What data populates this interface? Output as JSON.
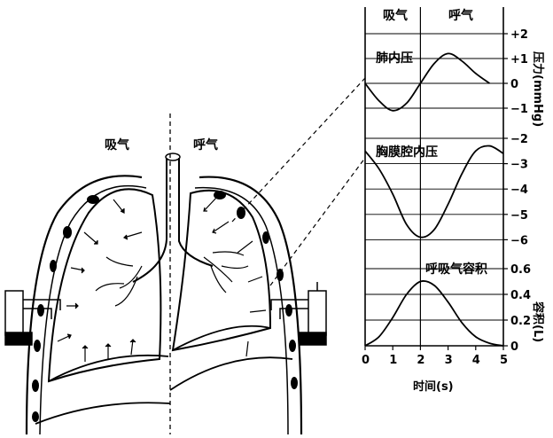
{
  "diagram": {
    "left_label": "吸气",
    "right_label": "呼气"
  },
  "chart_data": {
    "type": "line",
    "phase_labels": [
      "吸气",
      "呼气"
    ],
    "xlabel": "时间(s)",
    "x_ticks": [
      "0",
      "1",
      "2",
      "3",
      "4",
      "5"
    ],
    "xlim": [
      0,
      5
    ],
    "panels": [
      {
        "name": "肺内压",
        "ylabel": "压力(mmHg)",
        "y_ticks": [
          "+2",
          "+1",
          "0",
          "−1"
        ],
        "ylim": [
          -1.5,
          2.2
        ],
        "x": [
          0,
          0.5,
          1,
          1.5,
          2,
          2.5,
          3,
          3.5,
          4,
          4.5
        ],
        "values": [
          0,
          -0.7,
          -1.1,
          -0.8,
          0,
          0.8,
          1.2,
          0.9,
          0.4,
          0
        ]
      },
      {
        "name": "胸膜腔内压",
        "ylabel": "",
        "y_ticks": [
          "−2",
          "−3",
          "−4",
          "−5",
          "−6"
        ],
        "ylim": [
          -6.3,
          -1.7
        ],
        "x": [
          0,
          0.5,
          1,
          1.5,
          2,
          2.5,
          3,
          3.5,
          4,
          4.5,
          5
        ],
        "values": [
          -2.5,
          -3.2,
          -4.2,
          -5.4,
          -5.9,
          -5.6,
          -4.6,
          -3.4,
          -2.5,
          -2.3,
          -2.6
        ]
      },
      {
        "name": "呼吸气容积",
        "ylabel": "容积(L)",
        "y_ticks": [
          "0.6",
          "0.4",
          "0.2",
          "0"
        ],
        "ylim": [
          0,
          0.65
        ],
        "x": [
          0,
          0.5,
          1,
          1.5,
          2,
          2.5,
          3,
          3.5,
          4,
          4.5,
          5
        ],
        "values": [
          0,
          0.07,
          0.22,
          0.4,
          0.5,
          0.47,
          0.34,
          0.18,
          0.07,
          0.02,
          0
        ]
      }
    ]
  }
}
